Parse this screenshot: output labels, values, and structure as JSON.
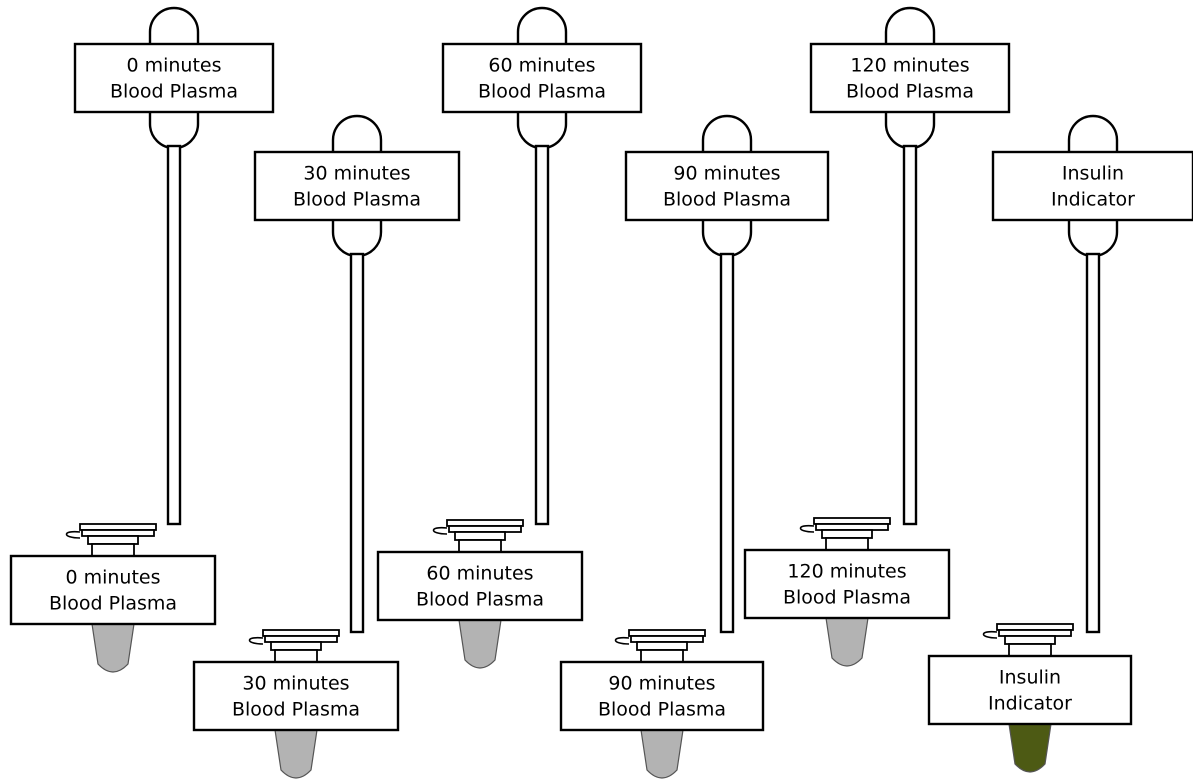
{
  "colors": {
    "outline": "#000000",
    "background": "#ffffff",
    "plasma_fill": "#b3b3b3",
    "indicator_fill": "#4d5a14"
  },
  "samples": [
    {
      "id": "0min",
      "line1": "0 minutes",
      "line2": "Blood Plasma",
      "tube_fill": "plasma"
    },
    {
      "id": "30min",
      "line1": "30 minutes",
      "line2": "Blood Plasma",
      "tube_fill": "plasma"
    },
    {
      "id": "60min",
      "line1": "60 minutes",
      "line2": "Blood Plasma",
      "tube_fill": "plasma"
    },
    {
      "id": "90min",
      "line1": "90 minutes",
      "line2": "Blood Plasma",
      "tube_fill": "plasma"
    },
    {
      "id": "120min",
      "line1": "120 minutes",
      "line2": "Blood Plasma",
      "tube_fill": "plasma"
    },
    {
      "id": "insulin",
      "line1": "Insulin",
      "line2": "Indicator",
      "tube_fill": "indicator"
    }
  ]
}
